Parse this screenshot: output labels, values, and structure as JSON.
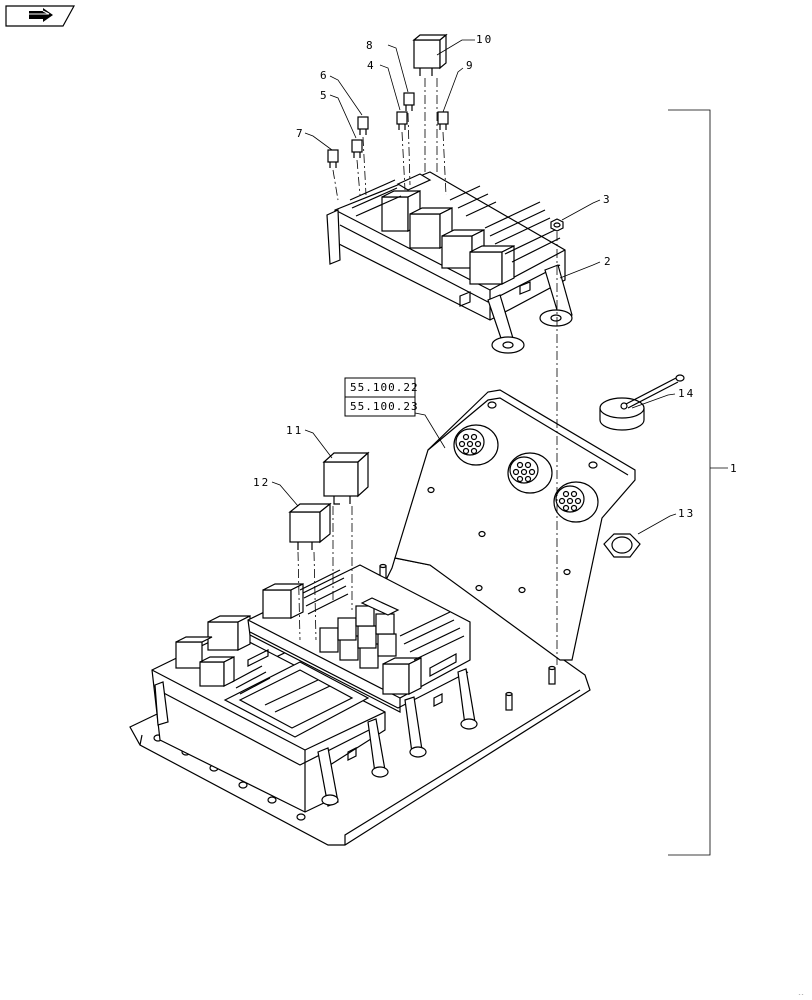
{
  "nav": {
    "icon": "next-page-arrow-icon"
  },
  "references": [
    "55.100.22",
    "55.100.23"
  ],
  "callouts": {
    "c1": "1",
    "c2": "2",
    "c3": "3",
    "c4": "4",
    "c5": "5",
    "c6": "6",
    "c7": "7",
    "c8": "8",
    "c9": "9",
    "c10": "10",
    "c11": "11",
    "c12": "12",
    "c13": "13",
    "c14": "14"
  },
  "corner_mark": "--"
}
